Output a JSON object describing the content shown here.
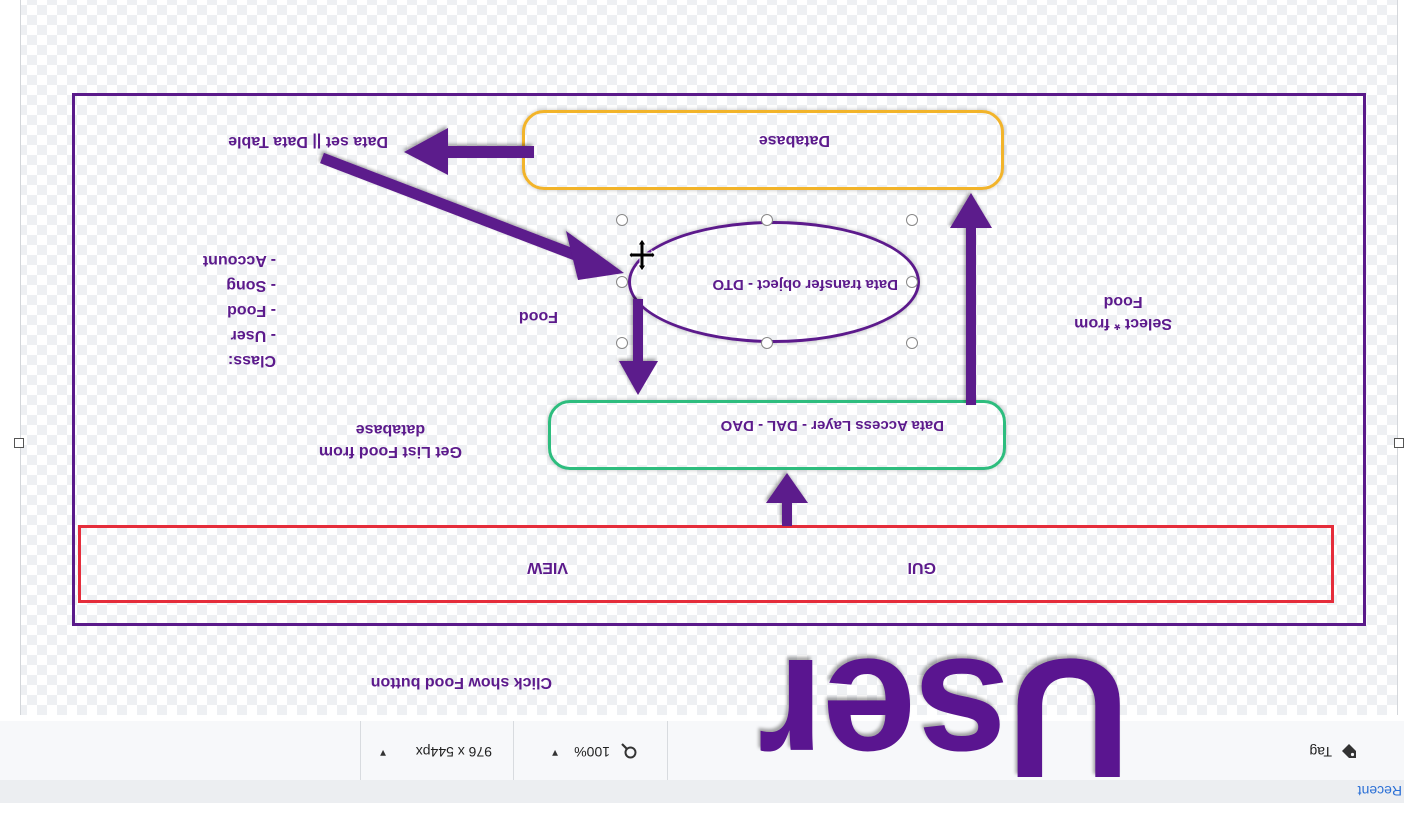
{
  "topbar": {
    "recent_label": "Recent"
  },
  "toolbar": {
    "tag_label": "Tag",
    "zoom_value": "100%",
    "dimensions": "976 x 544px"
  },
  "diagram": {
    "user_label": "User",
    "click_label": "Click show Food button",
    "gui_label": "GUI",
    "view_label": "VIEW",
    "dal_label": "Data Access Layer - DAL - DAO",
    "dto_label": "Data transfer object - DTO",
    "database_label": "Database",
    "dataset_label": "Data set || Data Table",
    "select_label_line1": "Select * from",
    "select_label_line2": "Food",
    "food_label": "Food",
    "getlist_line1": "Get List Food from",
    "getlist_line2": "database",
    "class_lines": [
      "Class:",
      "- User",
      "- Food",
      "- Song",
      "- Account"
    ]
  },
  "colors": {
    "purple": "#5c1a8c",
    "gui_border": "#e52d3b",
    "dal_border": "#2dbd7e",
    "database_border": "#f2b42a"
  },
  "icons": {
    "tag": "tag-icon",
    "search": "search-icon",
    "move_cursor": "move-cursor-icon",
    "dropdown": "chevron-down-icon"
  }
}
